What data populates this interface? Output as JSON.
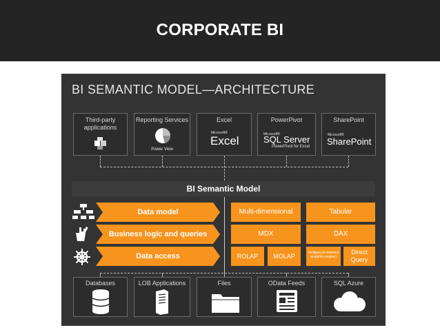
{
  "slide_title": "CORPORATE BI",
  "diagram_title": "BI SEMANTIC MODEL—ARCHITECTURE",
  "clients": [
    {
      "label": "Third-party applications",
      "icon": "cube-icon"
    },
    {
      "label": "Reporting Services",
      "sub": "Power View",
      "icon": "pie-icon"
    },
    {
      "label": "Excel",
      "brand": "Excel",
      "brand_small": "Microsoft®"
    },
    {
      "label": "PowerPivot",
      "brand": "SQL Server",
      "brand_small": "Microsoft®",
      "brand_sub": "PowerPivot for Excel"
    },
    {
      "label": "SharePoint",
      "brand": "SharePoint",
      "brand_small": "Microsoft®"
    }
  ],
  "semantic_model": "BI Semantic Model",
  "layers": [
    "Data model",
    "Business logic and queries",
    "Data access"
  ],
  "modes": {
    "multidimensional": "Multi-dimensional",
    "tabular": "Tabular",
    "mdx": "MDX",
    "dax": "DAX",
    "rolap": "ROLAP",
    "molap": "MOLAP",
    "vertipaq": "Vertipaq (in-memory analytics engine)",
    "directquery": "Direct Query"
  },
  "sources": [
    {
      "label": "Databases",
      "icon": "database-icon"
    },
    {
      "label": "LOB Applications",
      "icon": "server-icon"
    },
    {
      "label": "Files",
      "icon": "folder-icon"
    },
    {
      "label": "OData Feeds",
      "icon": "feed-icon"
    },
    {
      "label": "SQL Azure",
      "icon": "cloud-icon"
    }
  ],
  "colors": {
    "accent": "#f7941d",
    "panel": "#333333",
    "header": "#242424"
  }
}
